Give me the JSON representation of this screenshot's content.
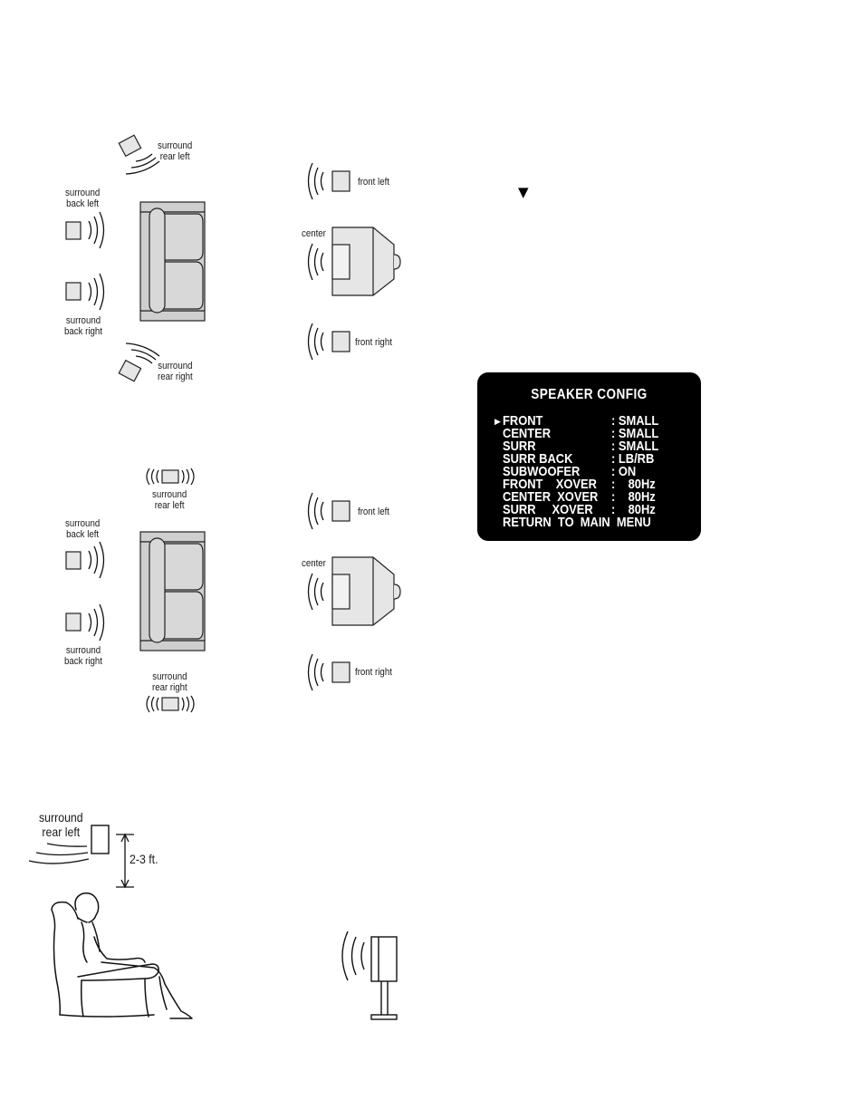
{
  "diagram1": {
    "surround_rear_left": [
      "surround",
      "rear left"
    ],
    "surround_back_left": [
      "surround",
      "back left"
    ],
    "surround_back_right": [
      "surround",
      "back right"
    ],
    "surround_rear_right": [
      "surround",
      "rear right"
    ],
    "front_left": "front left",
    "center": "center",
    "front_right": "front right"
  },
  "diagram2": {
    "surround_rear_left": [
      "surround",
      "rear left"
    ],
    "surround_back_left": [
      "surround",
      "back left"
    ],
    "surround_back_right": [
      "surround",
      "back right"
    ],
    "surround_rear_right": [
      "surround",
      "rear right"
    ],
    "front_left": "front left",
    "center": "center",
    "front_right": "front right"
  },
  "diagram3": {
    "surround_rear_left": [
      "surround",
      "rear left"
    ],
    "height": "2-3 ft."
  },
  "nav_symbol": "▼",
  "osd": {
    "title": "SPEAKER  CONFIG",
    "pointer": "▶",
    "rows": [
      {
        "label": "FRONT",
        "value": ": SMALL"
      },
      {
        "label": "CENTER",
        "value": ": SMALL"
      },
      {
        "label": "SURR",
        "value": ": SMALL"
      },
      {
        "label": "SURR BACK",
        "value": ": LB/RB"
      },
      {
        "label": "SUBWOOFER",
        "value": ": ON"
      },
      {
        "label": "FRONT    XOVER",
        "value": ":    80Hz"
      },
      {
        "label": "CENTER  XOVER",
        "value": ":    80Hz"
      },
      {
        "label": "SURR     XOVER",
        "value": ":    80Hz"
      },
      {
        "label": "RETURN  TO  MAIN  MENU",
        "value": ""
      }
    ]
  },
  "colors": {
    "speaker_fill": "#e6e6e6",
    "sofa_fill": "#cfcfcf",
    "osd_bg": "#000000",
    "osd_text": "#ffffff"
  }
}
